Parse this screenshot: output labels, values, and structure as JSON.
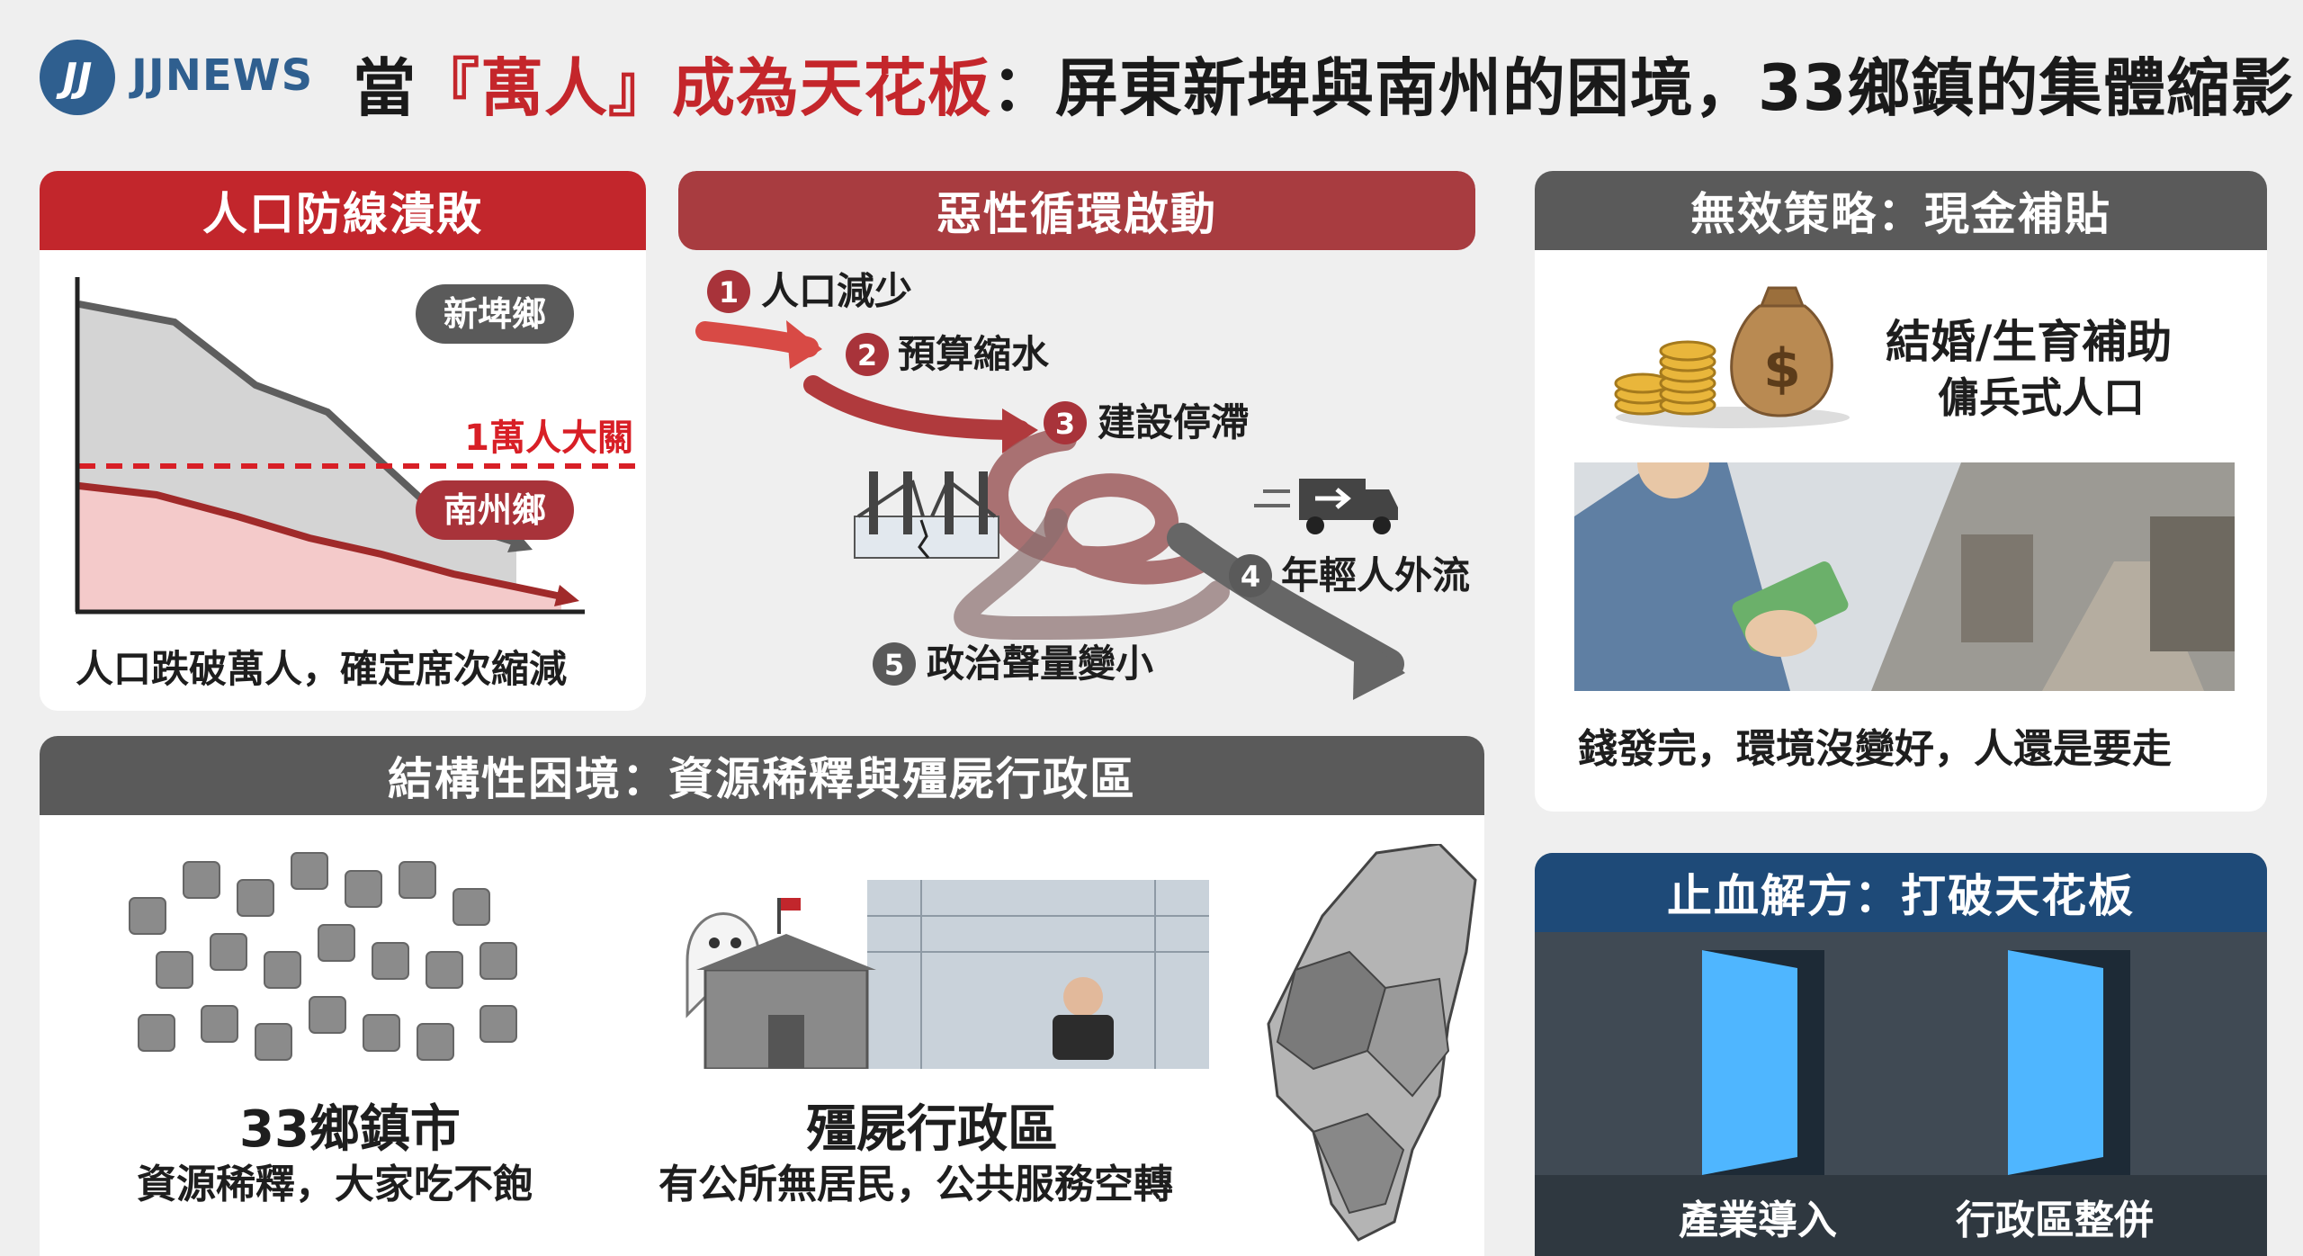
{
  "header": {
    "logo_mark": "JJ",
    "logo_text": "JJNEWS",
    "title_pre": "當",
    "title_red": "『萬人』成為天花板",
    "title_post": "：屏東新埤與南州的困境，33鄉鎮的集體縮影"
  },
  "panel_population": {
    "title": "人口防線潰敗",
    "label_xinpi": "新埤鄉",
    "label_nanzhou": "南州鄉",
    "threshold_label": "1萬人大關",
    "caption": "人口跌破萬人，確定席次縮減"
  },
  "panel_cycle": {
    "title": "惡性循環啟動",
    "steps": [
      {
        "num": "1",
        "label": "人口減少"
      },
      {
        "num": "2",
        "label": "預算縮水"
      },
      {
        "num": "3",
        "label": "建設停滯"
      },
      {
        "num": "4",
        "label": "年輕人外流"
      },
      {
        "num": "5",
        "label": "政治聲量變小"
      }
    ]
  },
  "panel_subsidy": {
    "title": "無效策略：現金補貼",
    "line1": "結婚/生育補助",
    "line2": "傭兵式人口",
    "caption": "錢發完，環境沒變好，人還是要走"
  },
  "panel_structure": {
    "title": "結構性困境：資源稀釋與殭屍行政區",
    "item1_title": "33鄉鎮市",
    "item1_sub": "資源稀釋，大家吃不飽",
    "item2_title": "殭屍行政區",
    "item2_sub": "有公所無居民，公共服務空轉"
  },
  "panel_solution": {
    "title": "止血解方：打破天花板",
    "door1": "產業導入",
    "door2": "行政區整併"
  },
  "colors": {
    "red": "#c2262c",
    "maroon": "#a83c40",
    "gray": "#5a5a5a",
    "navy": "#1e4a78",
    "brand_blue": "#2f5f8f"
  }
}
